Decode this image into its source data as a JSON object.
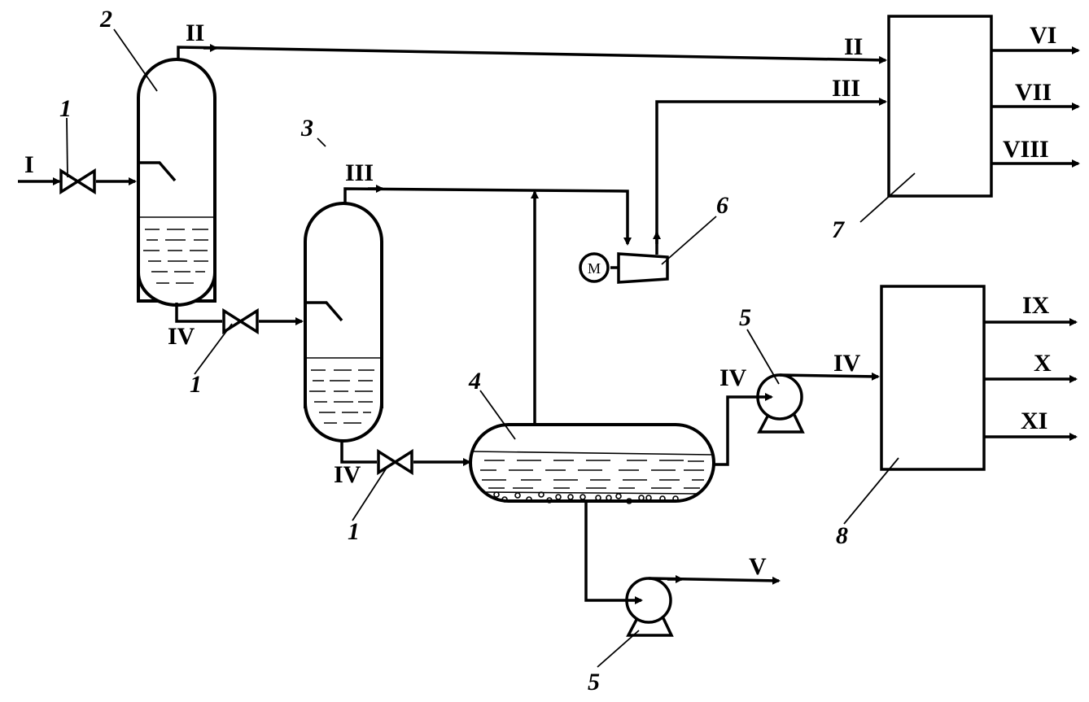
{
  "diagram": {
    "type": "process-flow",
    "equipment": [
      {
        "id": "1",
        "label": "1",
        "kind": "valve"
      },
      {
        "id": "2",
        "label": "2",
        "kind": "separator"
      },
      {
        "id": "3",
        "label": "3",
        "kind": "separator"
      },
      {
        "id": "4",
        "label": "4",
        "kind": "horizontal-settler"
      },
      {
        "id": "5",
        "label": "5",
        "kind": "pump"
      },
      {
        "id": "6",
        "label": "6",
        "kind": "compressor"
      },
      {
        "id": "7",
        "label": "7",
        "kind": "gas-processing-unit"
      },
      {
        "id": "8",
        "label": "8",
        "kind": "liquid-processing-unit"
      }
    ],
    "motor_label": "M",
    "streams": {
      "s1": "I",
      "s2": "II",
      "s2b": "II",
      "s3": "III",
      "s3b": "III",
      "s4a": "IV",
      "s4b": "IV",
      "s4c": "IV",
      "s4d": "IV",
      "s5": "V",
      "s6": "VI",
      "s7": "VII",
      "s8": "VIII",
      "s9": "IX",
      "s10": "X",
      "s11": "XI"
    }
  }
}
